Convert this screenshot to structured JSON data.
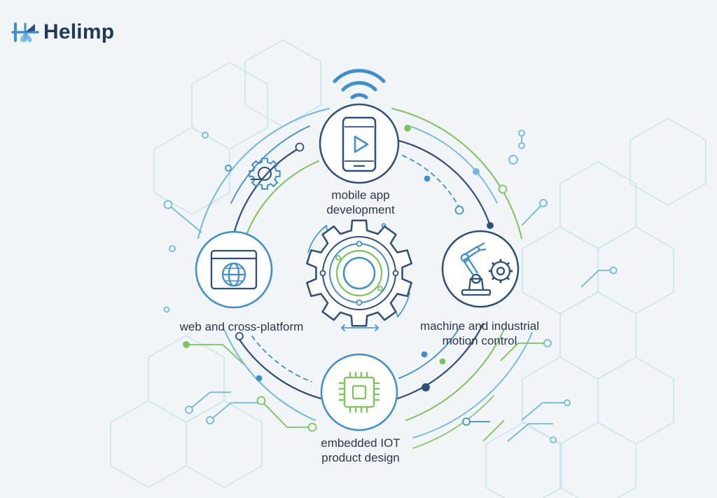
{
  "brand": {
    "name": "Helimp",
    "logo_icon": "helimp-logo-icon"
  },
  "nodes": {
    "mobile": {
      "lines": [
        "mobile app",
        "development"
      ],
      "icon": "smartphone-play-icon"
    },
    "web": {
      "lines": [
        "web and cross-platform"
      ],
      "icon": "browser-globe-icon"
    },
    "machine": {
      "lines": [
        "machine and industrial",
        "motion control"
      ],
      "icon": "robot-arm-gear-icon"
    },
    "embedded": {
      "lines": [
        "embedded IOT",
        "product design"
      ],
      "icon": "microchip-icon"
    }
  },
  "center": {
    "icon": "central-gear-icon"
  },
  "decor": {
    "signal": "wifi-signal-icon",
    "small_gear": "small-gear-icon"
  },
  "colors": {
    "navy": "#2c4f7c",
    "blue": "#3d8fd0",
    "light_blue": "#6db8e0",
    "green": "#7cc35a",
    "teal_hex": "#bfe5ea",
    "text": "#27384d",
    "background": "#f2f5f8"
  }
}
